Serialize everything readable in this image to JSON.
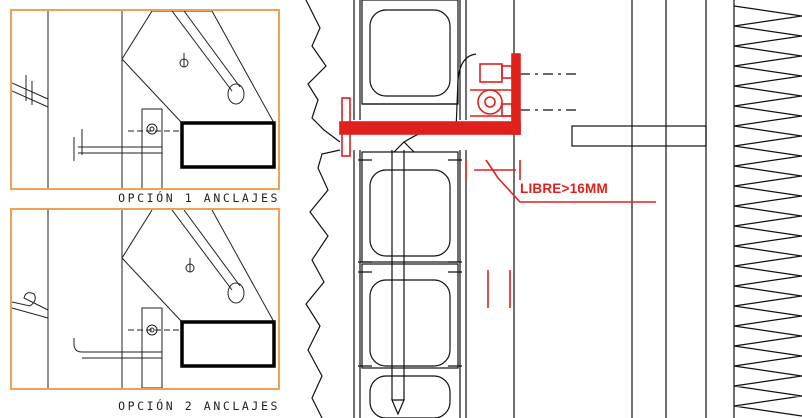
{
  "details": [
    {
      "caption": "OPCIÓN 1 ANCLAJES"
    },
    {
      "caption": "OPCIÓN 2 ANCLAJES"
    }
  ],
  "annotation": {
    "label": "LIBRE>16MM"
  },
  "colors": {
    "panel_border": "#f0a050",
    "annotation_red": "#e0201c",
    "line": "#111111"
  }
}
